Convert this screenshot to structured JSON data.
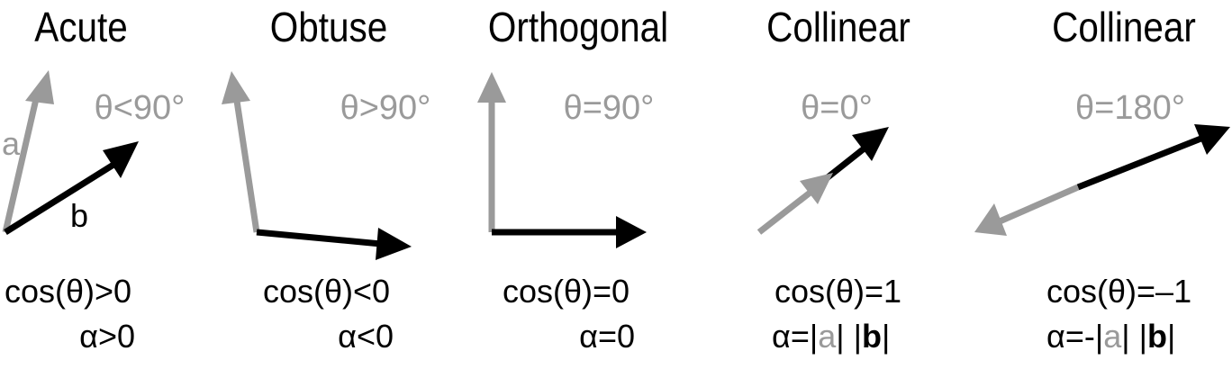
{
  "panels": [
    {
      "title": "Acute",
      "angle": "θ<90°",
      "cos": "cos(θ)>0",
      "alpha": "α>0",
      "vector_a_label": "a",
      "vector_b_label": "b"
    },
    {
      "title": "Obtuse",
      "angle": "θ>90°",
      "cos": "cos(θ)<0",
      "alpha": "α<0"
    },
    {
      "title": "Orthogonal",
      "angle": "θ=90°",
      "cos": "cos(θ)=0",
      "alpha": "α=0"
    },
    {
      "title": "Collinear",
      "angle": "θ=0°",
      "cos": "cos(θ)=1",
      "alpha_prefix": "α=|",
      "alpha_a": "a",
      "alpha_mid": "| |",
      "alpha_b": "b",
      "alpha_suffix": "|"
    },
    {
      "title": "Collinear",
      "angle": "θ=180°",
      "cos": "cos(θ)=–1",
      "alpha_prefix": "α=-|",
      "alpha_a": "a",
      "alpha_mid": "| |",
      "alpha_b": "b",
      "alpha_suffix": "|"
    }
  ],
  "colors": {
    "vector_a": "#9a9a9a",
    "vector_b": "#000000"
  }
}
